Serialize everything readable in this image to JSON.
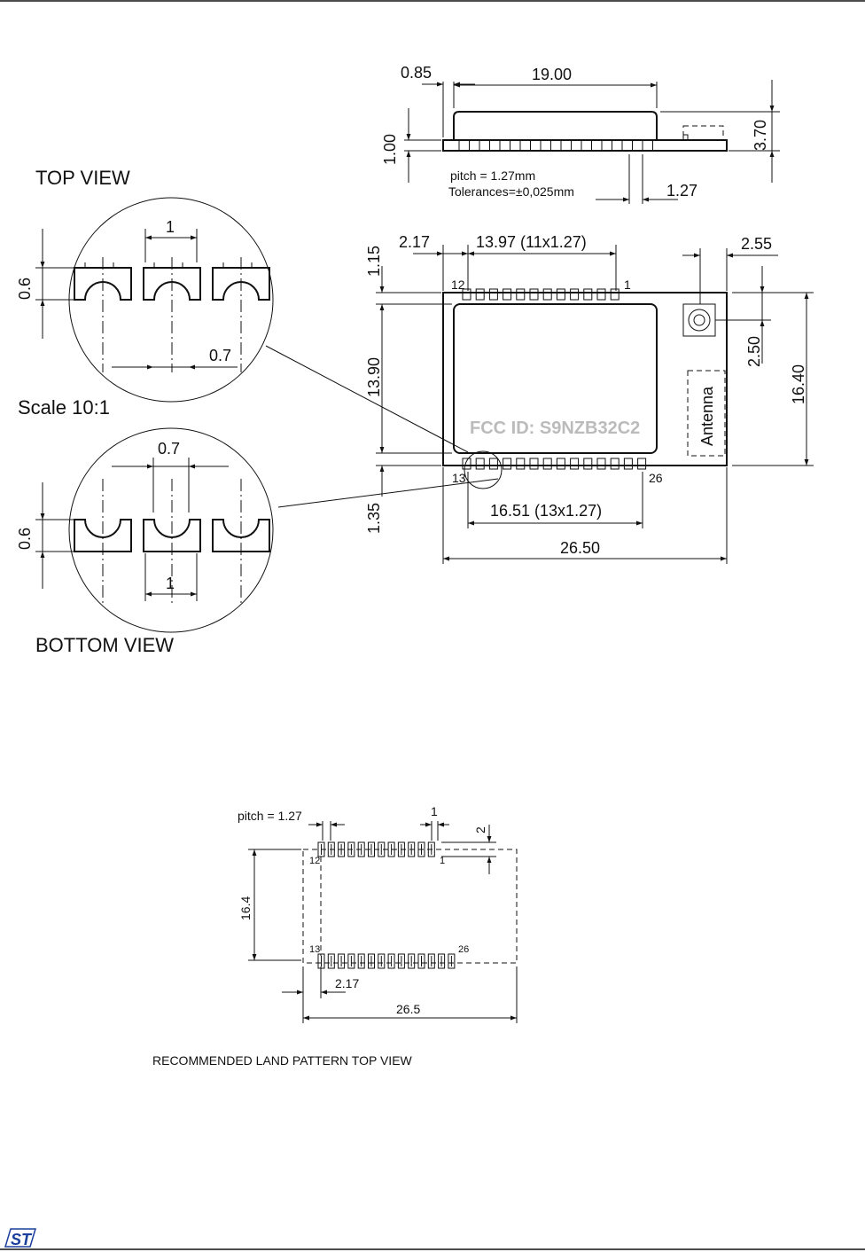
{
  "side_view": {
    "dim_offset": "0.85",
    "dim_length": "19.00",
    "dim_pcb_thickness": "1.00",
    "dim_height": "3.70",
    "pitch_note": "pitch = 1.27mm",
    "tolerance_note": "Tolerances=±0,025mm",
    "dim_pitch": "1.27"
  },
  "top_detail": {
    "title": "TOP VIEW",
    "dim_pitch": "1",
    "dim_height": "0.6",
    "dim_width": "0.7"
  },
  "scale_label": "Scale 10:1",
  "bottom_detail": {
    "title": "BOTTOM VIEW",
    "dim_width": "0.7",
    "dim_height": "0.6",
    "dim_pitch": "1"
  },
  "module_view": {
    "dim_left_offset": "2.17",
    "dim_top_pins": "13.97 (11x1.27)",
    "dim_right_offset": "2.55",
    "dim_top_margin": "1.15",
    "dim_connector_offset": "2.50",
    "dim_inner_height": "13.90",
    "dim_total_height": "16.40",
    "dim_bottom_margin": "1.35",
    "dim_bottom_pins": "16.51 (13x1.27)",
    "dim_total_width": "26.50",
    "fcc_id": "FCC ID: S9NZB32C2",
    "antenna_label": "Antenna",
    "pin_top_left": "12",
    "pin_top_right": "1",
    "pin_bottom_left": "13",
    "pin_bottom_right": "26"
  },
  "land_pattern": {
    "pitch_label": "pitch = 1.27",
    "dim_pad_width": "1",
    "dim_pad_length": "2",
    "dim_height": "16.4",
    "dim_offset": "2.17",
    "dim_width": "26.5",
    "pin_top_left": "12",
    "pin_top_right": "1",
    "pin_bottom_left": "13",
    "pin_bottom_right": "26",
    "caption": "RECOMMENDED LAND PATTERN TOP VIEW"
  },
  "logo_text": "ST"
}
